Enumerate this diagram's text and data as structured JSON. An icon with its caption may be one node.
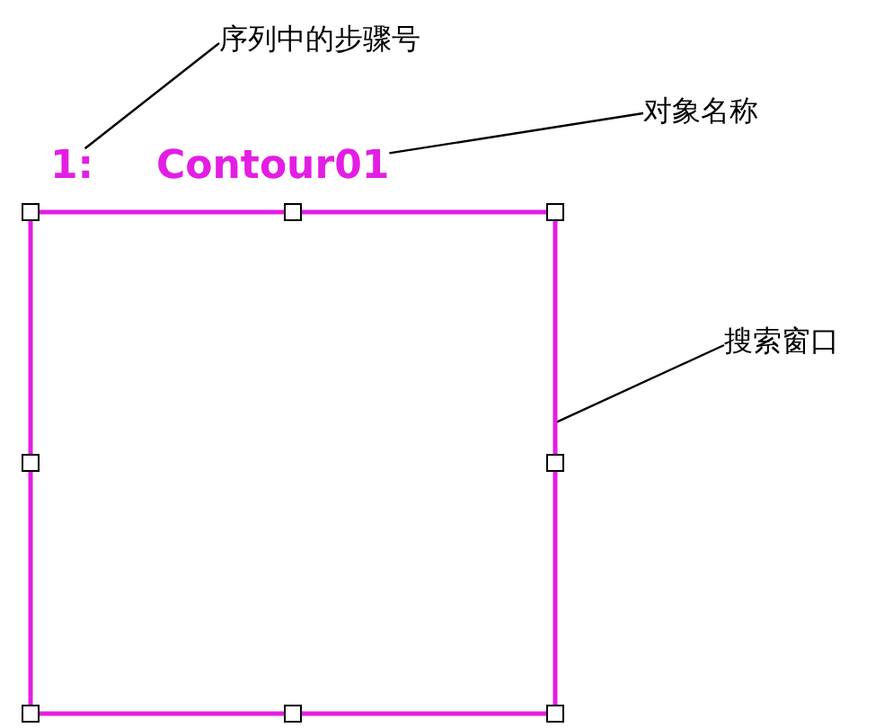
{
  "diagram": {
    "nodes": [
      {
        "text": [
          "序列中的步骤号"
        ]
      },
      {
        "text": [
          "对象名称"
        ]
      },
      {
        "text": [
          "搜索窗口"
        ]
      },
      {
        "text": [
          "1:"
        ]
      },
      {
        "text": [
          "Contour01"
        ]
      },
      {
        "text": [],
        "shape": "box"
      }
    ],
    "edges": [
      {
        "from": 0,
        "to": 3,
        "arrow": "none"
      },
      {
        "from": 1,
        "to": 4,
        "arrow": "none"
      },
      {
        "from": 2,
        "to": 5,
        "arrow": "none"
      }
    ]
  }
}
